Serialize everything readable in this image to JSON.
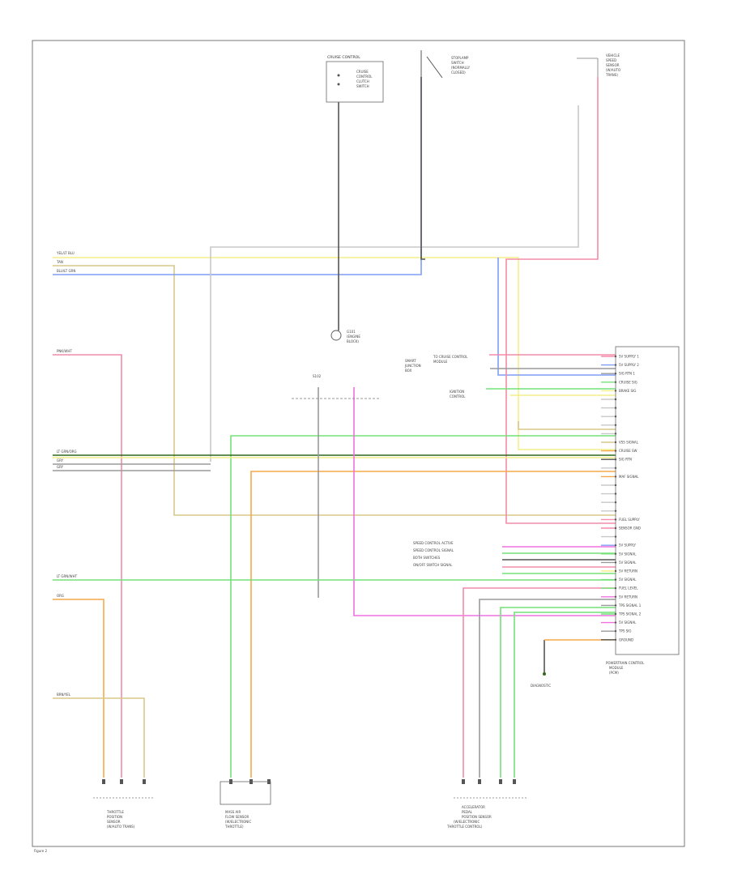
{
  "colors": {
    "yellow": "#f3ef8a",
    "blue": "#7f9df5",
    "tan": "#d9c78a",
    "pink": "#f48ca8",
    "green": "#74e07a",
    "orange": "#f5a94a",
    "gray": "#9a9a9a",
    "dark": "#555555",
    "magenta": "#f070e0",
    "darkgreen": "#2f6a1a",
    "lightgray": "#c8c8c8"
  },
  "left_wires": [
    {
      "id": "w1",
      "label": "YEL/LT BLU",
      "color": "yellow"
    },
    {
      "id": "w2",
      "label": "TAN",
      "color": "tan"
    },
    {
      "id": "w3",
      "label": "BLU/LT GRN",
      "color": "blue"
    },
    {
      "id": "w4",
      "label": "PNK/WHT",
      "color": "pink"
    },
    {
      "id": "w5",
      "label": "LT GRN/WHT",
      "color": "green"
    },
    {
      "id": "w6",
      "label": "GRY",
      "color": "gray"
    },
    {
      "id": "w7",
      "label": "GRY",
      "color": "gray"
    },
    {
      "id": "w8",
      "label": "LT GRN/ORG",
      "color": "green"
    },
    {
      "id": "w9",
      "label": "ORG",
      "color": "orange"
    },
    {
      "id": "w10",
      "label": "BRN/YEL",
      "color": "tan"
    }
  ],
  "components": {
    "cruise_switch": {
      "title": "CRUISE CONTROL",
      "lines": [
        "CRUISE",
        "CONTROL",
        "CLUTCH",
        "SWITCH"
      ]
    },
    "brake_switch": {
      "lines": [
        "STOPLAMP",
        "SWITCH",
        "(NORMALLY",
        "CLOSED)"
      ]
    },
    "speed_sensor": {
      "lines": [
        "VEHICLE",
        "SPEED",
        "SENSOR",
        "(W/AUTO",
        "TRANS)"
      ]
    },
    "ground": {
      "lines": [
        "G101",
        "(ENGINE",
        "BLOCK)"
      ]
    },
    "splice": {
      "label": "S102"
    },
    "pcm": {
      "lines": [
        "POWERTRAIN CONTROL",
        "MODULE",
        "(PCM)"
      ]
    },
    "throttle": {
      "lines": [
        "THROTTLE",
        "POSITION",
        "SENSOR",
        "(W/AUTO TRANS)"
      ]
    },
    "mass_air": {
      "lines": [
        "MASS AIR",
        "FLOW SENSOR",
        "(W/ELECTRONIC",
        "THROTTLE)"
      ]
    },
    "accel": {
      "lines": [
        "ACCELERATOR",
        "PEDAL",
        "POSITION SENSOR",
        "(W/ELECTRONIC",
        "THROTTLE CONTROL)"
      ]
    },
    "ignition": {
      "lines": [
        "IGNITION",
        "CONTROL"
      ]
    },
    "diag": {
      "label": "DIAGNOSTIC"
    },
    "smart": {
      "lines": [
        "SMART",
        "JUNCTION",
        "BOX"
      ]
    }
  },
  "pcm_pins": [
    {
      "label": "5V SUPPLY 1",
      "color": "pink"
    },
    {
      "label": "5V SUPPLY 2",
      "color": "blue"
    },
    {
      "label": "SIG RTN 1",
      "color": "gray"
    },
    {
      "label": "CRUISE SIG",
      "color": "green"
    },
    {
      "label": "BRAKE SIG",
      "color": "yellow"
    },
    {
      "label": "",
      "color": "lightgray"
    },
    {
      "label": "",
      "color": "lightgray"
    },
    {
      "label": "",
      "color": "lightgray"
    },
    {
      "label": "",
      "color": "lightgray"
    },
    {
      "label": "",
      "color": "lightgray"
    },
    {
      "label": "VSS SIGNAL",
      "color": "tan"
    },
    {
      "label": "CRUISE SW",
      "color": "orange"
    },
    {
      "label": "SIG RTN",
      "color": "dark"
    },
    {
      "label": "",
      "color": "lightgray"
    },
    {
      "label": "MAF SIGNAL",
      "color": "orange"
    },
    {
      "label": "",
      "color": "lightgray"
    },
    {
      "label": "",
      "color": "lightgray"
    },
    {
      "label": "",
      "color": "lightgray"
    },
    {
      "label": "",
      "color": "lightgray"
    },
    {
      "label": "FUEL SUPPLY",
      "color": "pink"
    },
    {
      "label": "SENSOR GND",
      "color": "pink"
    },
    {
      "label": "",
      "color": "lightgray"
    },
    {
      "label": "5V SUPPLY",
      "color": "blue"
    },
    {
      "label": "5V SIGNAL",
      "color": "green"
    },
    {
      "label": "5V SIGNAL",
      "color": "gray"
    },
    {
      "label": "5V RETURN",
      "color": "yellow"
    },
    {
      "label": "5V SIGNAL",
      "color": "green"
    },
    {
      "label": "FUEL LEVEL",
      "color": "green"
    },
    {
      "label": "5V RETURN",
      "color": "magenta"
    },
    {
      "label": "TPS SIGNAL 1",
      "color": "gray"
    },
    {
      "label": "TPS SIGNAL 2",
      "color": "green"
    },
    {
      "label": "5V SIGNAL",
      "color": "magenta"
    },
    {
      "label": "TPS SIG",
      "color": "gray"
    },
    {
      "label": "GROUND",
      "color": "dark"
    }
  ],
  "left_side_labels": [
    "SPEED CONTROL ACTIVE",
    "SPEED CONTROL SIGNAL",
    "BOTH SWITCHES",
    "ON/OFF SWITCH SIGNAL"
  ],
  "pcm_left_labels": [
    "TO CRUISE CONTROL",
    "MODULE"
  ],
  "page_label": "Figure 2"
}
